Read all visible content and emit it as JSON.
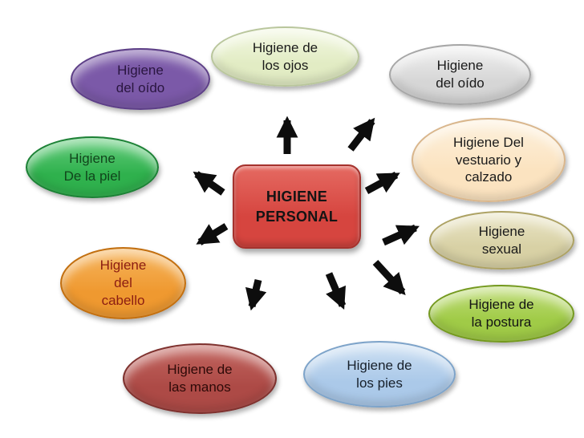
{
  "diagram": {
    "title": "HIGIENE PERSONAL",
    "center": {
      "label": "HIGIENE\nPERSONAL",
      "fill": "#d6453f",
      "fill_light": "#e56a62",
      "border": "#a5322d",
      "text_color": "#141414"
    },
    "arrow_color": "#0d0d0d",
    "nodes": [
      {
        "id": "oido-izquierda",
        "label": "Higiene\ndel oído",
        "fill": "#7b59a8",
        "fill_light": "#a brk",
        "border": "#5d3f87",
        "text_color": "#2a1640"
      },
      {
        "id": "ojos",
        "label": "Higiene de\nlos ojos",
        "fill": "#e2ecc4",
        "fill_light": "#f3f8e3",
        "border": "#b9c69c",
        "text_color": "#1a1a1a"
      },
      {
        "id": "oido-derecha",
        "label": "Higiene\ndel oído",
        "fill": "#d6d6d6",
        "fill_light": "#f0f0f0",
        "border": "#a6a6a6",
        "text_color": "#1a1a1a"
      },
      {
        "id": "piel",
        "label": "Higiene\nDe la piel",
        "fill": "#2fb14d",
        "fill_light": "#63cc7b",
        "border": "#1d8136",
        "text_color": "#11451c"
      },
      {
        "id": "vestuario",
        "label": "Higiene Del\nvestuario y\ncalzado",
        "fill": "#fbe3c0",
        "fill_light": "#fdf1dd",
        "border": "#d9b68c",
        "text_color": "#1a1a1a"
      },
      {
        "id": "sexual",
        "label": "Higiene\nsexual",
        "fill": "#d8d1a5",
        "fill_light": "#eae5c6",
        "border": "#aca162",
        "text_color": "#1a1a1a"
      },
      {
        "id": "postura",
        "label": "Higiene de\nla postura",
        "fill": "#a0cb47",
        "fill_light": "#c0dd7a",
        "border": "#74991f",
        "text_color": "#141414"
      },
      {
        "id": "cabello",
        "label": "Higiene\ndel\ncabello",
        "fill": "#ef9930",
        "fill_light": "#f6b55e",
        "border": "#c26f10",
        "text_color": "#8c1d12"
      },
      {
        "id": "manos",
        "label": "Higiene de\nlas manos",
        "fill": "#ad4a46",
        "fill_light": "#c2655f",
        "border": "#7e322f",
        "text_color": "#2e0a08"
      },
      {
        "id": "pies",
        "label": "Higiene de\nlos pies",
        "fill": "#abc9e9",
        "fill_light": "#cde0f3",
        "border": "#7da3c9",
        "text_color": "#17202b"
      }
    ]
  }
}
